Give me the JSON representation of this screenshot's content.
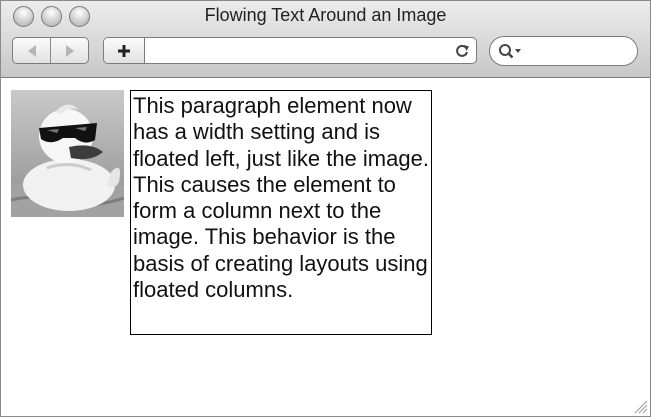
{
  "window": {
    "title": "Flowing Text Around an Image",
    "controls": [
      "close",
      "minimize",
      "zoom"
    ]
  },
  "toolbar": {
    "back_icon": "left-triangle",
    "forward_icon": "right-triangle",
    "add_bookmark_label": "+",
    "address_value": "",
    "reload_icon": "reload-icon",
    "search_icon": "magnifier-dropdown-icon",
    "search_value": ""
  },
  "content": {
    "image": {
      "alt": "rubber duck with sunglasses"
    },
    "paragraph": "This paragraph element now has a width setting and is floated left, just like the image. This causes the element to form a column next to the image. This behavior is the basis of creating layouts using floated columns."
  },
  "colors": {
    "window_border": "#8a8a8a",
    "toolbar_top": "#ececec",
    "toolbar_bottom": "#c7c7c7",
    "content_bg": "#ffffff",
    "paragraph_border": "#000000"
  }
}
